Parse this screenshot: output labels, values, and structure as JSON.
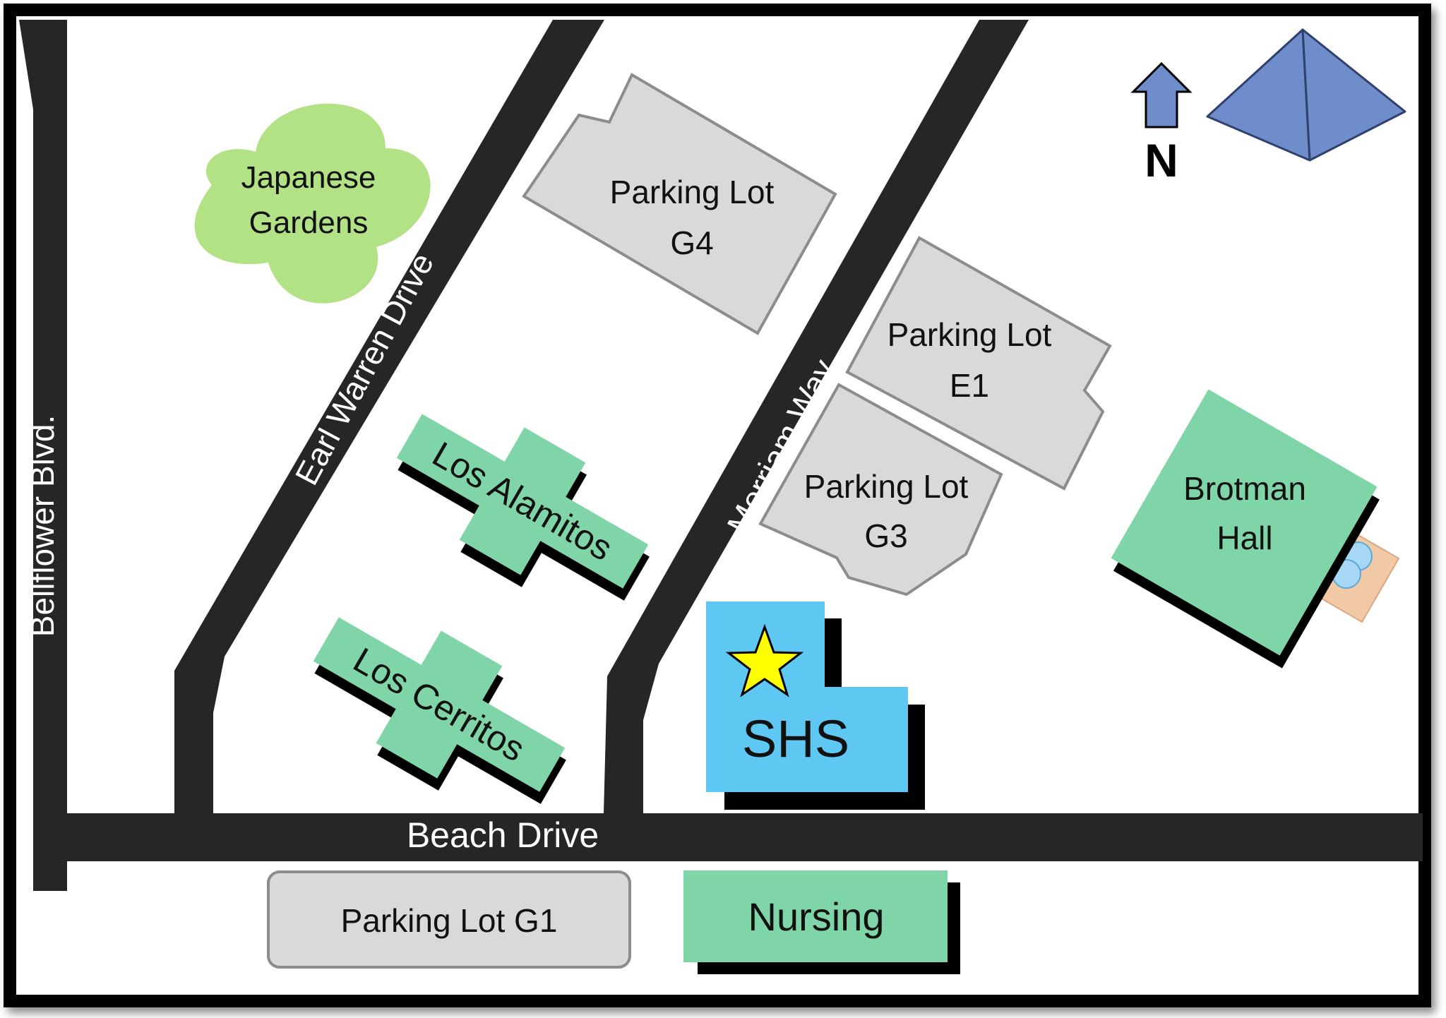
{
  "roads": {
    "bellflower": "Bellflower Blvd.",
    "earl_warren": "Earl Warren Drive",
    "merriam": "Merriam Way",
    "beach": "Beach Drive"
  },
  "places": {
    "japanese_gardens_line1": "Japanese",
    "japanese_gardens_line2": "Gardens",
    "lot_g4_line1": "Parking Lot",
    "lot_g4_line2": "G4",
    "lot_e1_line1": "Parking Lot",
    "lot_e1_line2": "E1",
    "lot_g3_line1": "Parking Lot",
    "lot_g3_line2": "G3",
    "lot_g1": "Parking Lot G1",
    "los_alamitos": "Los Alamitos",
    "los_cerritos": "Los Cerritos",
    "brotman_line1": "Brotman",
    "brotman_line2": "Hall",
    "shs": "SHS",
    "nursing": "Nursing"
  },
  "compass": {
    "north_label": "N"
  },
  "colors": {
    "road": "#262626",
    "parking": "#d9d9d9",
    "building": "#7fd5a8",
    "garden": "#b2e285",
    "shs": "#5ec8f2",
    "pyramid": "#6f8ccb",
    "star": "#ffff00",
    "fountain_base": "#f2c9a6",
    "fountain_water": "#a6d8f5"
  },
  "icons": {
    "north_arrow": "north-arrow-icon",
    "pyramid": "pyramid-icon",
    "star": "star-icon",
    "fountain": "fountain-icon"
  }
}
